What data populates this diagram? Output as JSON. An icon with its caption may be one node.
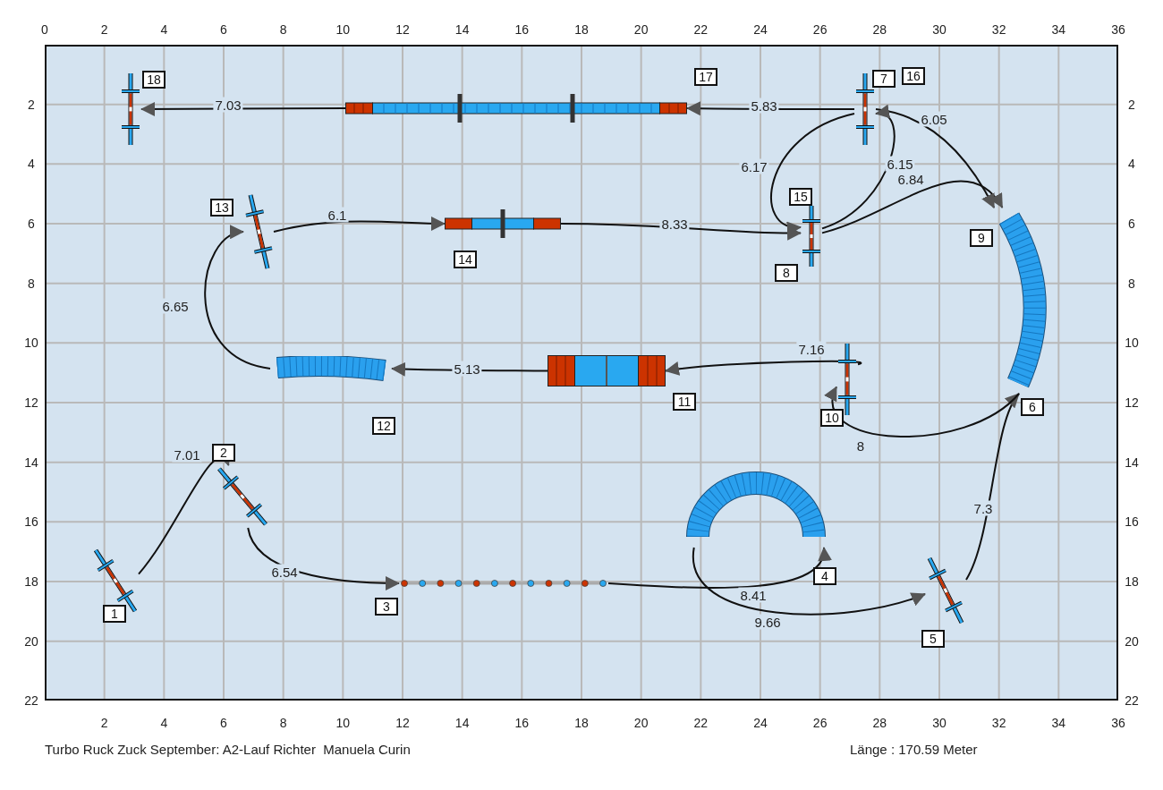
{
  "diagram": {
    "nodes": [
      {
        "text": [],
        "shape": "bar"
      },
      {
        "text": [],
        "shape": "bar"
      },
      {
        "text": [],
        "shape": "bar"
      },
      {
        "text": [],
        "shape": "picture"
      },
      {
        "text": [],
        "shape": "bar"
      },
      {
        "text": [],
        "shape": "picture"
      },
      {
        "text": [],
        "shape": "bar"
      },
      {
        "text": [],
        "shape": "box"
      },
      {
        "text": [],
        "shape": "picture"
      },
      {
        "text": [],
        "shape": "bar"
      },
      {
        "text": [],
        "shape": "bar"
      },
      {
        "text": [],
        "shape": "bar"
      },
      {
        "text": [],
        "shape": "bar"
      },
      {
        "text": [],
        "shape": "bar"
      },
      {
        "text": [],
        "shape": "bar"
      },
      {
        "text": [
          "1"
        ]
      },
      {
        "text": [
          "2"
        ]
      },
      {
        "text": [
          "3"
        ]
      },
      {
        "text": [
          "4"
        ]
      },
      {
        "text": [
          "5"
        ]
      },
      {
        "text": [
          "6"
        ]
      },
      {
        "text": [
          "7"
        ]
      },
      {
        "text": [
          "16"
        ]
      },
      {
        "text": [
          "8"
        ]
      },
      {
        "text": [
          "15"
        ]
      },
      {
        "text": [
          "9"
        ]
      },
      {
        "text": [
          "10"
        ]
      },
      {
        "text": [
          "11"
        ]
      },
      {
        "text": [
          "12"
        ]
      },
      {
        "text": [
          "13"
        ]
      },
      {
        "text": [
          "14"
        ]
      },
      {
        "text": [
          "17"
        ]
      },
      {
        "text": [
          "18"
        ]
      }
    ],
    "edges": [
      {
        "from": 0,
        "to": 1,
        "arrow": "to",
        "label": "7.01"
      },
      {
        "from": 1,
        "to": 2,
        "arrow": "to",
        "label": "6.54"
      },
      {
        "from": 2,
        "to": 3,
        "arrow": "to",
        "label": "8.41"
      },
      {
        "from": 3,
        "to": 4,
        "arrow": "to",
        "label": "9.66"
      },
      {
        "from": 4,
        "to": 5,
        "arrow": "to",
        "label": "7.3"
      },
      {
        "from": 5,
        "to": 6,
        "arrow": "to",
        "label": "8"
      },
      {
        "from": 6,
        "to": 7,
        "arrow": "to",
        "label": "7.16"
      },
      {
        "from": 7,
        "to": 8,
        "arrow": "to",
        "label": "5.13"
      },
      {
        "from": 8,
        "to": 9,
        "arrow": "to",
        "label": "6.65"
      },
      {
        "from": 9,
        "to": 10,
        "arrow": "to",
        "label": "6.1"
      },
      {
        "from": 10,
        "to": 11,
        "arrow": "to",
        "label": "8.33"
      },
      {
        "from": 11,
        "to": 5,
        "arrow": "to",
        "label": "6.84"
      },
      {
        "from": 12,
        "to": 5,
        "arrow": "to",
        "label": "6.05"
      },
      {
        "from": 11,
        "to": 12,
        "arrow": "to",
        "label": "6.15"
      },
      {
        "from": 12,
        "to": 11,
        "arrow": "to",
        "label": "6.17"
      },
      {
        "from": 12,
        "to": 13,
        "arrow": "to",
        "label": "5.83"
      },
      {
        "from": 13,
        "to": 14,
        "arrow": "to",
        "label": "7.03"
      }
    ],
    "labels": [
      "0",
      "2",
      "4",
      "6",
      "8",
      "10",
      "12",
      "14",
      "16",
      "18",
      "20",
      "22",
      "24",
      "26",
      "28",
      "30",
      "32",
      "34",
      "36",
      "2",
      "2",
      "4",
      "4",
      "6",
      "6",
      "8",
      "8",
      "10",
      "10",
      "12",
      "12",
      "14",
      "14",
      "16",
      "16",
      "18",
      "18",
      "20",
      "20",
      "22",
      "22",
      "2",
      "4",
      "6",
      "8",
      "10",
      "12",
      "14",
      "16",
      "18",
      "20",
      "22",
      "24",
      "26",
      "28",
      "30",
      "32",
      "34",
      "36",
      "Turbo Ruck Zuck September: A2-Lauf Richter  Manuela Curin",
      "Länge : 170.59 Meter"
    ]
  }
}
